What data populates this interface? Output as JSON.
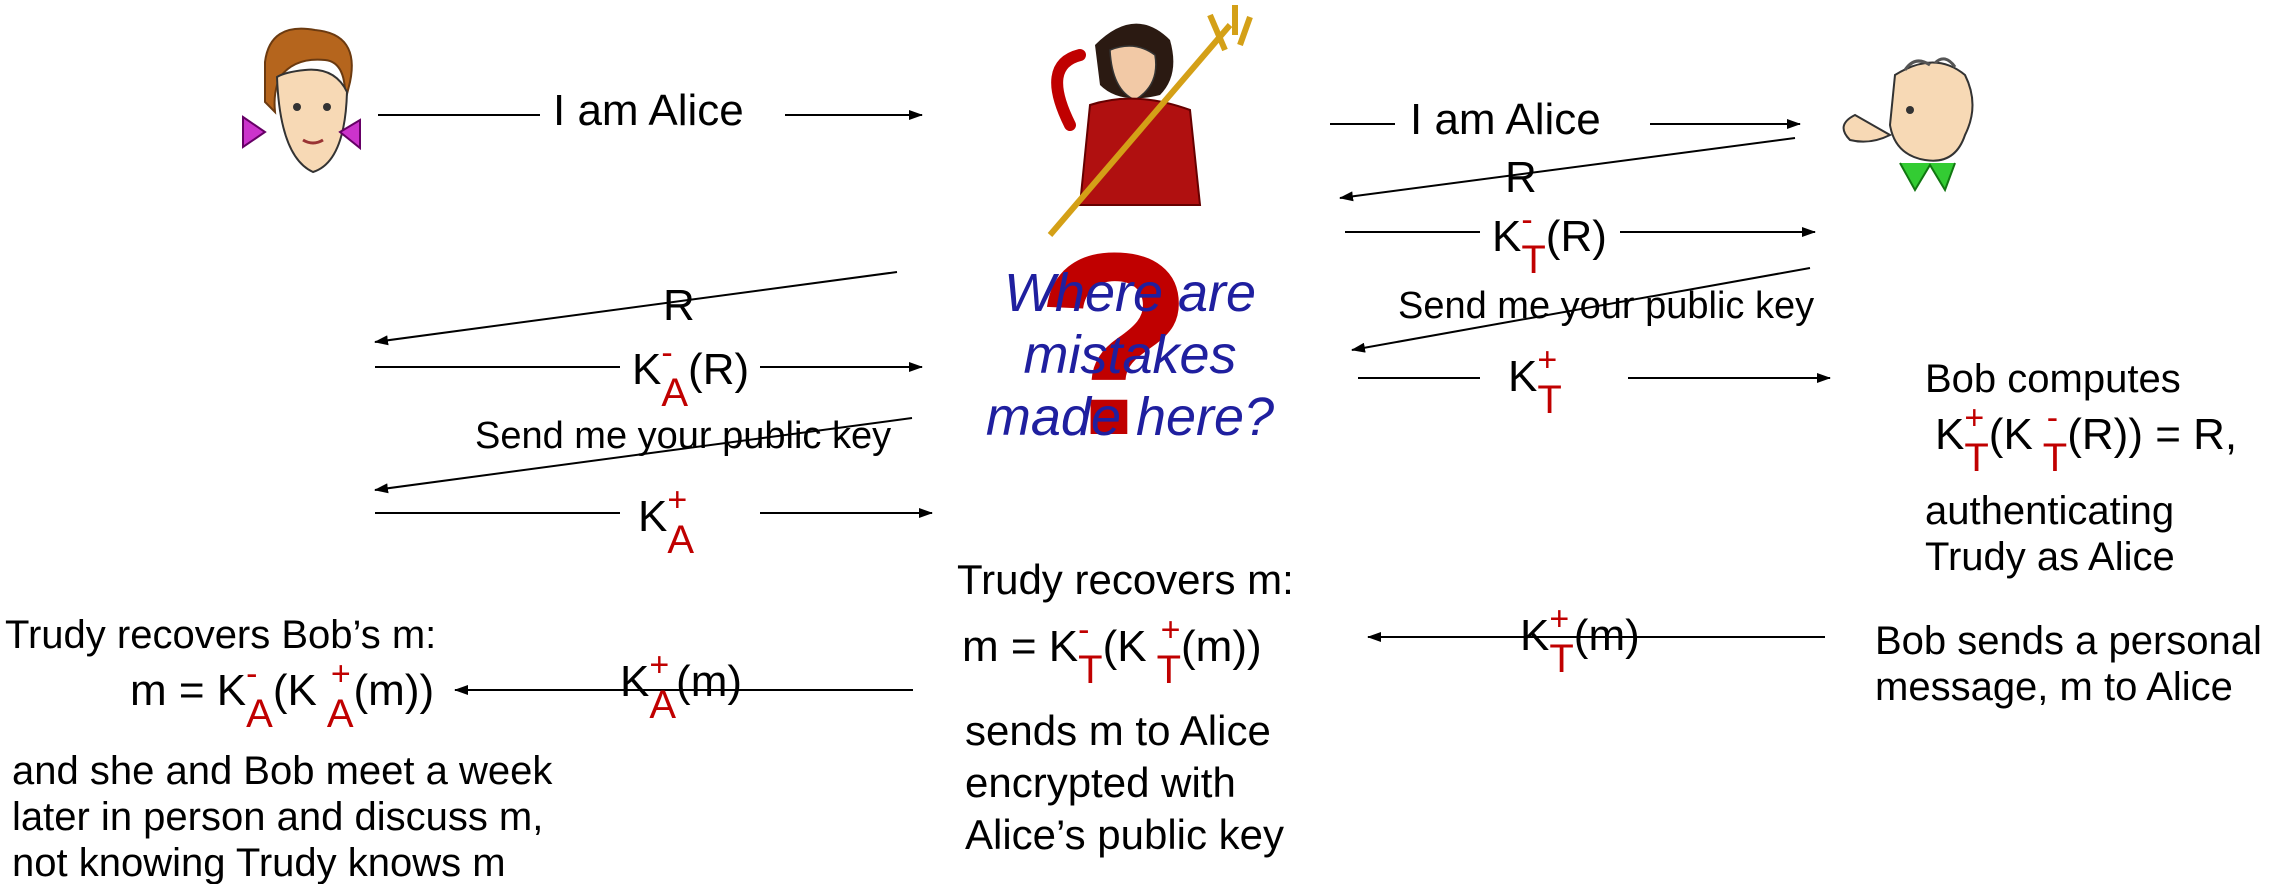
{
  "top_left": {
    "message": "I am Alice"
  },
  "top_right": {
    "message": "I am Alice",
    "challenge": "R",
    "response_prefix": "K",
    "response_sub": "T",
    "response_sup": "-",
    "response_arg": "(R)",
    "request": "Send me your public key",
    "key_prefix": "K",
    "key_sub": "T",
    "key_sup": "+"
  },
  "left_exchange": {
    "challenge": "R",
    "response_prefix": "K",
    "response_sup": "-",
    "response_sub": "A",
    "response_arg": "(R)",
    "request": "Send me your public key",
    "key_prefix": "K",
    "key_sup": "+",
    "key_sub": "A"
  },
  "question": {
    "mark": "?",
    "line1": "Where are",
    "line2": "mistakes",
    "line3": "made here?"
  },
  "bob_computes": {
    "line1": "Bob computes",
    "eq_k1": "K",
    "eq_sup1": "+",
    "eq_sub1": "T",
    "eq_open": "(K",
    "eq_sup2": "-",
    "eq_sub2": "T",
    "eq_rest": "(R)) =  R,",
    "line3": "authenticating",
    "line4": "Trudy as Alice"
  },
  "bob_sends": {
    "line1": "Bob sends a personal",
    "line2": "message, m to Alice",
    "enc_k": "K",
    "enc_sup": "+",
    "enc_sub": "T",
    "enc_arg": "(m)"
  },
  "trudy_center": {
    "title": "Trudy recovers m:",
    "eq_m": "m = K",
    "eq_sup1": "-",
    "eq_sub1": "T",
    "eq_open": "(K",
    "eq_sup2": "+",
    "eq_sub2": "T",
    "eq_rest": "(m))",
    "line1": "sends m to Alice",
    "line2": "encrypted with",
    "line3": "Alice’s public key"
  },
  "alice_msg": {
    "enc_k": "K",
    "enc_sup": "+",
    "enc_sub": "A",
    "enc_arg": "(m)"
  },
  "trudy_left": {
    "title": "Trudy recovers Bob’s m:",
    "eq_m": "m = K",
    "eq_sup1": "-",
    "eq_sub1": "A",
    "eq_open": "(K",
    "eq_sup2": "+",
    "eq_sub2": "A",
    "eq_rest": "(m))",
    "line1": "and she and Bob meet a week",
    "line2": "later in person and discuss m,",
    "line3": "not knowing Trudy knows m"
  },
  "colors": {
    "accent_red": "#c00000",
    "question_blue": "#1f1f9f"
  }
}
